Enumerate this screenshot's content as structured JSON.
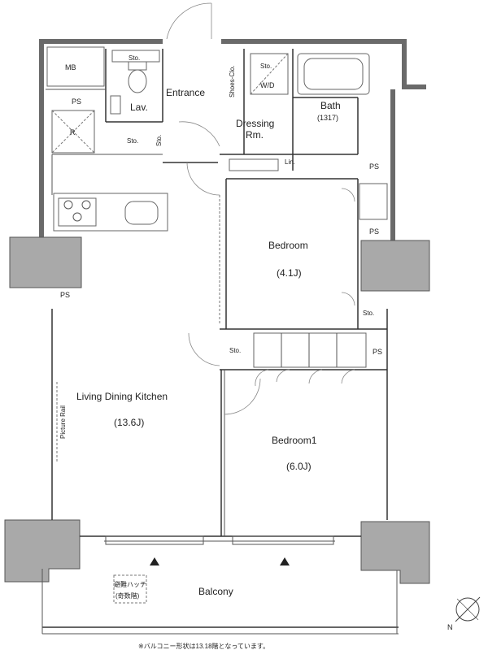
{
  "rooms": {
    "mb": "MB",
    "sto_top": "Sto.",
    "lav": "Lav.",
    "entrance": "Entrance",
    "shoes": "Shoes-Clo.",
    "sto_wd": "Sto.",
    "wd": "W/D",
    "bath": "Bath",
    "bath_size": "(1317)",
    "dressing_1": "Dressing",
    "dressing_2": "Rm.",
    "ps_top_left": "PS",
    "refrigerator": "R",
    "sto_kitchen": "Sto.",
    "sto_entry": "Sto.",
    "lin": "Lin.",
    "ps_right_1": "PS",
    "ps_right_2": "PS",
    "bedroom": "Bedroom",
    "bedroom_size": "(4.1J)",
    "ps_left": "PS",
    "sto_bed_right": "Sto.",
    "sto_mid": "Sto.",
    "ps_right_3": "PS",
    "ldk": "Living Dining Kitchen",
    "ldk_size": "(13.6J)",
    "picture_rail": "Picture Rail",
    "bedroom1": "Bedroom1",
    "bedroom1_size": "(6.0J)",
    "balcony": "Balcony",
    "hatch_1": "避難ハッチ",
    "hatch_2": "(奇数階)",
    "footnote": "※バルコニー形状は13.18階となっています。"
  },
  "compass": {
    "label": "N"
  }
}
